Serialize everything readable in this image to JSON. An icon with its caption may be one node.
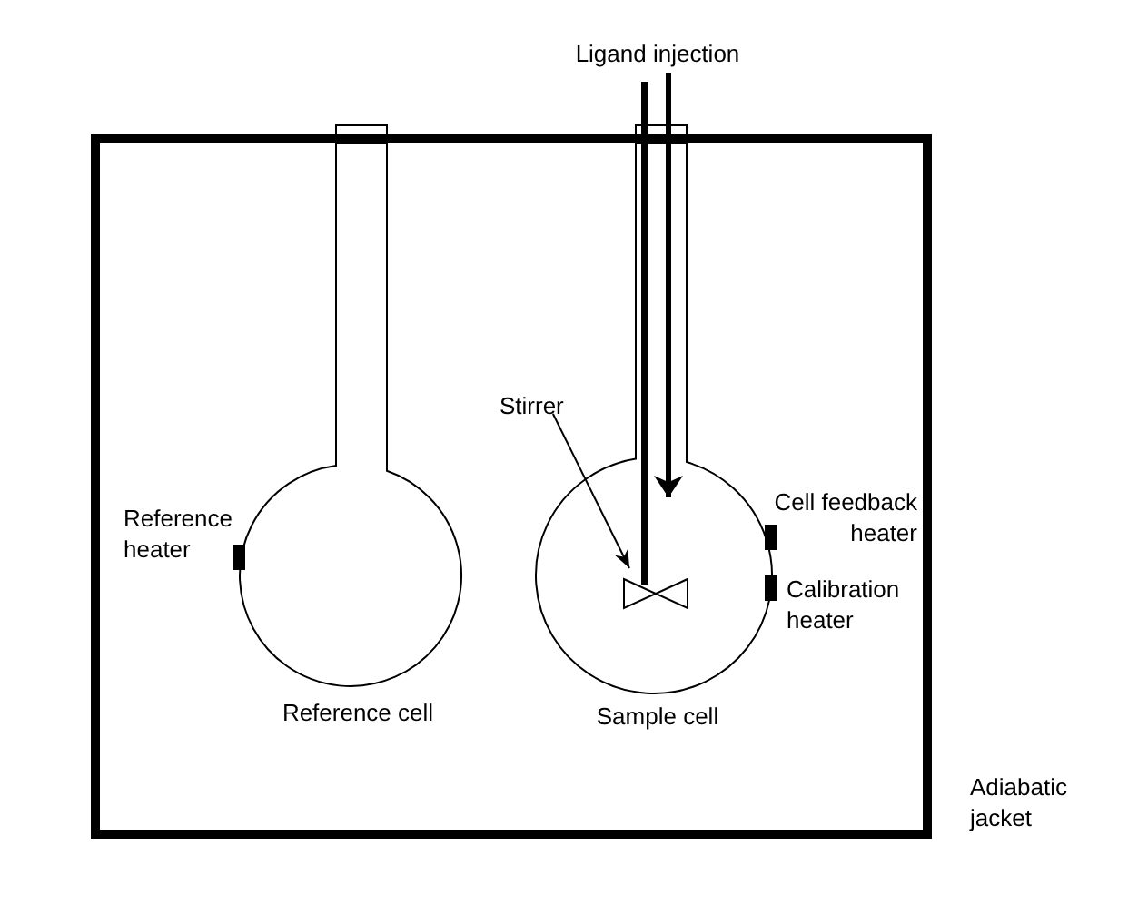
{
  "diagram": {
    "nodes": [
      {
        "text": [
          "Ligand injection"
        ]
      },
      {
        "text": [
          "Adiabatic jacket"
        ]
      },
      {
        "text": [
          "Reference cell"
        ],
        "in": 1
      },
      {
        "text": [
          "Sample cell"
        ],
        "in": 1
      },
      {
        "text": [
          "Stirrer"
        ],
        "in": 1
      },
      {
        "text": [],
        "shape": "picture",
        "in": 3
      },
      {
        "text": [],
        "shape": "bar",
        "in": 1,
        "beside": [
          "Reference heater"
        ]
      },
      {
        "text": [],
        "shape": "bar",
        "in": 1,
        "beside": [
          "Cell feedback heater"
        ]
      },
      {
        "text": [],
        "shape": "bar",
        "in": 1,
        "beside": [
          "Calibration heater"
        ]
      }
    ],
    "edges": [
      {
        "from": 4,
        "to": 5,
        "arrow": "to"
      },
      {
        "from": 0,
        "to": null,
        "arrow": "to",
        "style": "thick"
      }
    ]
  }
}
